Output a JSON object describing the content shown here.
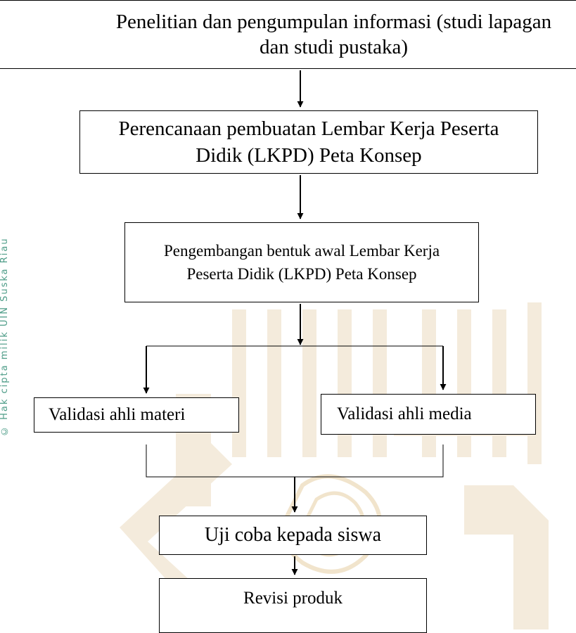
{
  "flowchart": {
    "steps": [
      {
        "id": "research",
        "text": "Penelitian dan pengumpulan informasi (studi lapagan dan studi pustaka)"
      },
      {
        "id": "planning",
        "text": "Perencanaan pembuatan Lembar Kerja Peserta Didik (LKPD) Peta Konsep"
      },
      {
        "id": "development",
        "text": "Pengembangan bentuk awal Lembar Kerja Peserta Didik (LKPD) Peta Konsep"
      },
      {
        "id": "material_validation",
        "text": "Validasi ahli materi"
      },
      {
        "id": "media_validation",
        "text": "Validasi ahli media"
      },
      {
        "id": "student_trial",
        "text": "Uji coba kepada siswa"
      },
      {
        "id": "revision",
        "text": "Revisi produk"
      }
    ]
  },
  "watermark": {
    "sidebar_text": "© Hak cipta milik UIN Suska Riau",
    "colors": {
      "logo": "#f4ebdc",
      "sidebar": "#2e8b73"
    }
  }
}
